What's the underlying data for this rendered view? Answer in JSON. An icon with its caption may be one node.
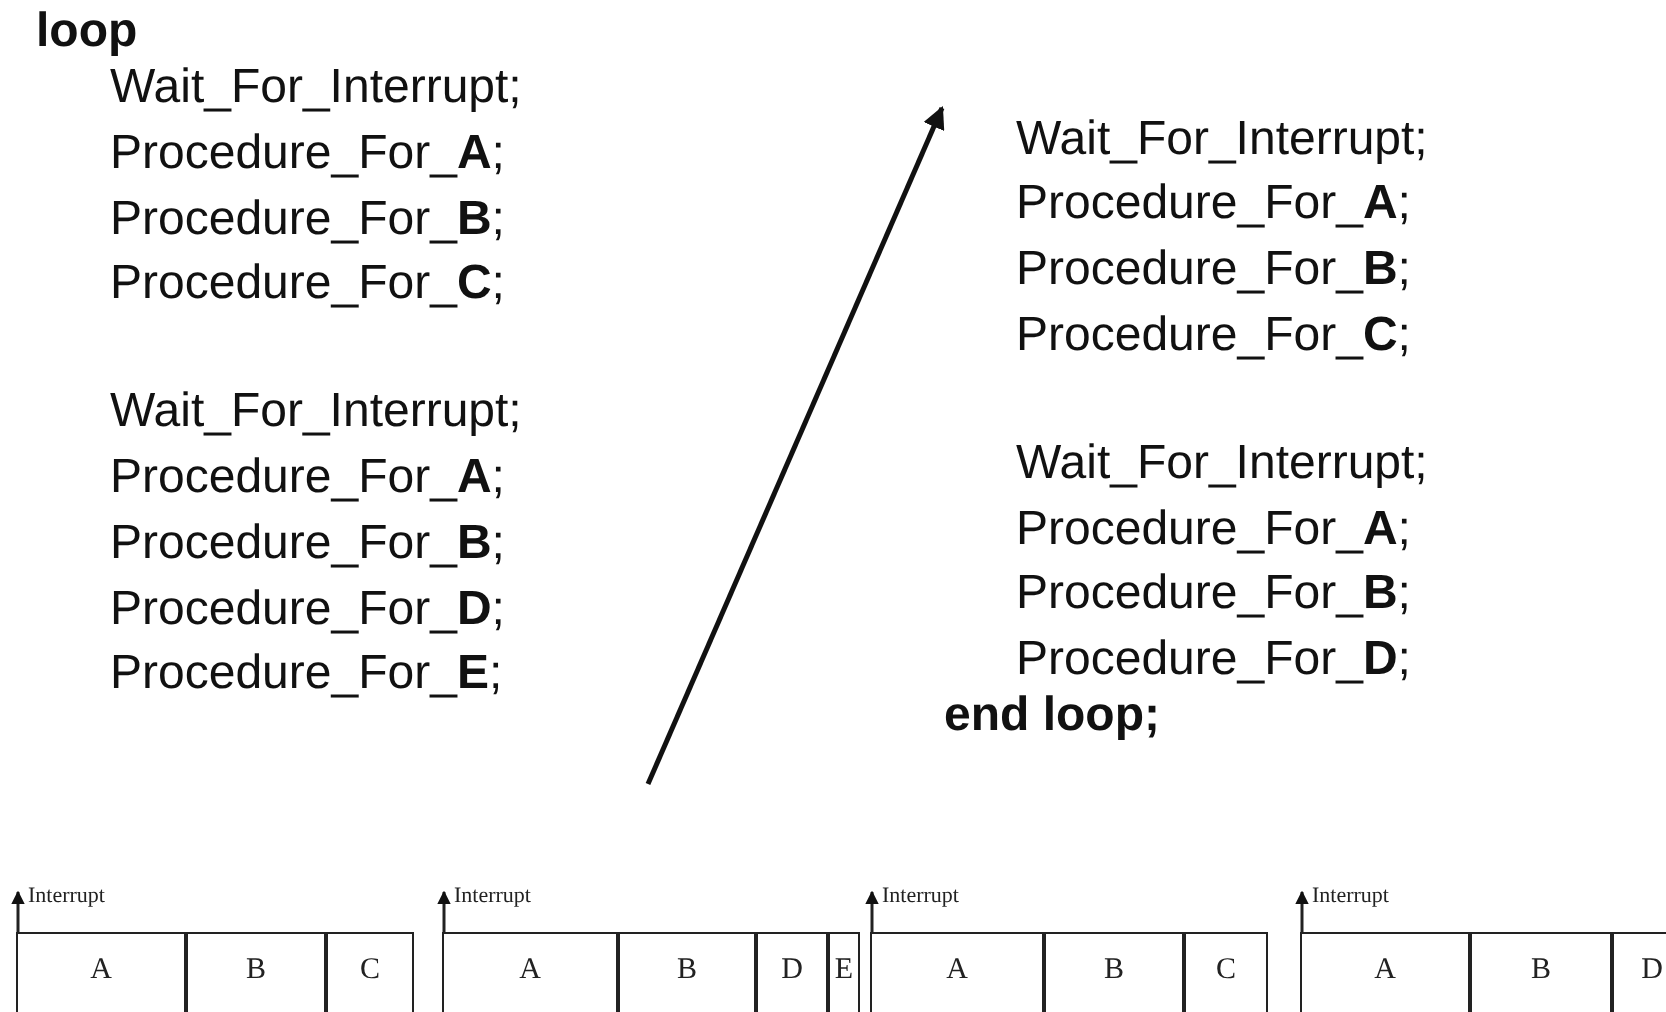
{
  "diagram": {
    "nodes": [
      {
        "text": [
          "loop",
          "Wait_For_Interrupt;",
          "Procedure_For_**A**;",
          "Procedure_For_**B**;",
          "Procedure_For_**C**;",
          "Wait_For_Interrupt;",
          "Procedure_For_**A**;",
          "Procedure_For_**B**;",
          "Procedure_For_**D**;",
          "Procedure_For_**E**;"
        ]
      },
      {
        "text": [
          "Wait_For_Interrupt;",
          "Procedure_For_**A**;",
          "Procedure_For_**B**;",
          "Procedure_For_**C**;",
          "Wait_For_Interrupt;",
          "Procedure_For_**A**;",
          "Procedure_For_**B**;",
          "Procedure_For_**D**;",
          "end loop;"
        ]
      },
      {
        "text": [
          "A"
        ]
      },
      {
        "text": [
          "B"
        ]
      },
      {
        "text": [
          "C"
        ]
      },
      {
        "text": [
          "A"
        ]
      },
      {
        "text": [
          "B"
        ]
      },
      {
        "text": [
          "D"
        ]
      },
      {
        "text": [
          "E"
        ]
      },
      {
        "text": [
          "A"
        ]
      },
      {
        "text": [
          "B"
        ]
      },
      {
        "text": [
          "C"
        ]
      },
      {
        "text": [
          "A"
        ]
      },
      {
        "text": [
          "B"
        ]
      },
      {
        "text": [
          "D"
        ]
      }
    ],
    "edges": [
      {
        "from": 0,
        "to": 1,
        "arrow": "to"
      }
    ],
    "labels": [
      "Interrupt",
      "Interrupt",
      "Interrupt",
      "Interrupt"
    ]
  }
}
